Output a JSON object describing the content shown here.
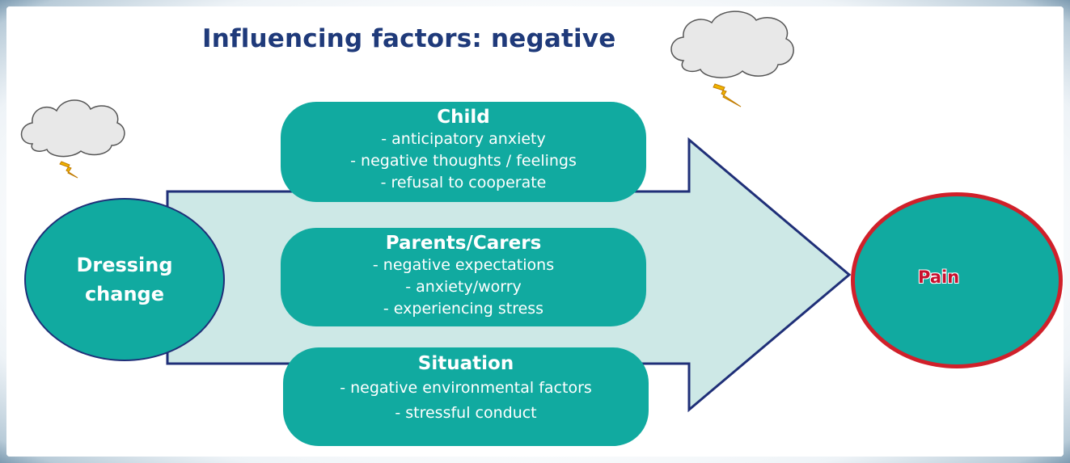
{
  "title": "Influencing factors: negative",
  "start": {
    "label_line1": "Dressing",
    "label_line2": "change"
  },
  "end": {
    "label": "Pain"
  },
  "factors": [
    {
      "heading": "Child",
      "items": [
        "- anticipatory anxiety",
        "- negative thoughts / feelings",
        "- refusal to cooperate"
      ]
    },
    {
      "heading": "Parents/Carers",
      "items": [
        "- negative expectations",
        "- anxiety/worry",
        "- experiencing stress"
      ]
    },
    {
      "heading": "Situation",
      "items": [
        "- negative environmental factors",
        "- stressful conduct"
      ]
    }
  ],
  "colors": {
    "teal": "#11aaa0",
    "arrow_fill": "#cde8e6",
    "outline": "#1f2f78",
    "title": "#1f3a7a",
    "pain_red": "#c8102e"
  },
  "icons": [
    "storm-cloud-icon",
    "lightning-icon",
    "up-arrow-icon"
  ]
}
